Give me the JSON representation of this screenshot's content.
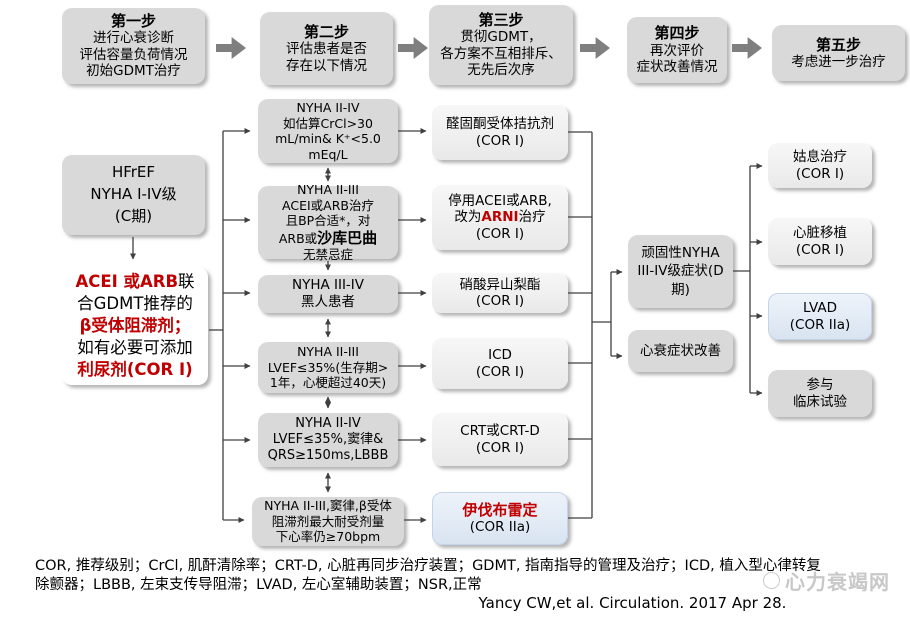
{
  "steps": [
    {
      "title": "第一步",
      "lines": [
        "进行心衰诊断",
        "评估容量负荷情况",
        "初始GDMT治疗"
      ]
    },
    {
      "title": "第二步",
      "lines": [
        "评估患者是否",
        "存在以下情况"
      ]
    },
    {
      "title": "第三步",
      "lines": [
        "贯彻GDMT，",
        "各方案不互相排斥、",
        "无先后次序"
      ]
    },
    {
      "title": "第四步",
      "lines": [
        "再次评价",
        "症状改善情况"
      ]
    },
    {
      "title": "第五步",
      "lines": [
        "考虑进一步治疗"
      ]
    }
  ],
  "hfref_box": {
    "line1": "HFrEF",
    "line2": "NYHA I-IV级",
    "line3": "(C期)"
  },
  "acei_box": {
    "line1_red": "ACEI 或ARB",
    "line1_black": "联",
    "line2": "合GDMT推荐的",
    "line3": "β受体阻滞剂；",
    "line4": "如有必要可添加",
    "line5": "利尿剂(COR I)"
  },
  "cond1": {
    "line1": "NYHA II-IV",
    "line2": "如估算CrCl>30",
    "line3": "mL/min& K⁺<5.0",
    "line4": "mEq/L"
  },
  "cond2": {
    "line1": "NYHA II-III",
    "line2": "ACEI或ARB治疗",
    "line3": "且BP合适*，对",
    "line4_pre": "ARB或",
    "line4_bold": "沙库巴曲",
    "line5": "无禁忌症"
  },
  "cond3": {
    "line1": "NYHA III-IV",
    "line2": "黑人患者"
  },
  "cond4": {
    "line1": "NYHA II-III",
    "line2": "LVEF≤35%(生存期>",
    "line3": "1年，心梗超过40天)"
  },
  "cond5": {
    "line1": "NYHA II-IV",
    "line2": "LVEF≤35%,窦律&",
    "line3": "QRS≥150ms,LBBB"
  },
  "cond6": {
    "line1": "NYHA II-III,窦律,β受体",
    "line2": "阻滞剂最大耐受剂量",
    "line3": "下心率仍≥70bpm"
  },
  "treat1": {
    "line1": "醛固酮受体拮抗剂",
    "line2": "(COR I)"
  },
  "treat2": {
    "line1": "停用ACEI或ARB,",
    "line2_pre": "改为",
    "line2_red": "ARNI",
    "line2_post": "治疗",
    "line3": "(COR I)"
  },
  "treat3": {
    "line1": "硝酸异山梨酯",
    "line2": "(COR I)"
  },
  "treat4": {
    "line1": "ICD",
    "line2": "(COR I)"
  },
  "treat5": {
    "line1": "CRT或CRT-D",
    "line2": "(COR I)"
  },
  "treat6": {
    "line1": "伊伐布雷定",
    "line2": "(COR IIa)"
  },
  "outcome1": {
    "line1": "顽固性NYHA",
    "line2": "III-IV级症状(D",
    "line3": "期)"
  },
  "outcome2": {
    "line1": "心衰症状改善"
  },
  "further1": {
    "line1": "姑息治疗",
    "line2": "(COR I)"
  },
  "further2": {
    "line1": "心脏移植",
    "line2": "(COR I)"
  },
  "further3": {
    "line1": "LVAD",
    "line2": "(COR IIa)"
  },
  "further4": {
    "line1": "参与",
    "line2": "临床试验"
  },
  "footnote": {
    "line1": "COR, 推荐级别；CrCl, 肌酐清除率；CRT-D, 心脏再同步治疗装置；GDMT, 指南指导的管理及治疗；ICD, 植入型心律转复",
    "line2": "除颤器；LBBB, 左束支传导阻滞；LVAD, 左心室辅助装置；NSR,正常"
  },
  "citation": "Yancy CW,et al. Circulation. 2017 Apr 28.",
  "watermark": "心力衰竭网",
  "colors": {
    "red": "#c00000",
    "box_gray": "#d9d9d9",
    "box_light": "#ededed",
    "box_blue": "#dce6f2",
    "step_arrow": "#7f7f7f",
    "line": "#404040"
  }
}
